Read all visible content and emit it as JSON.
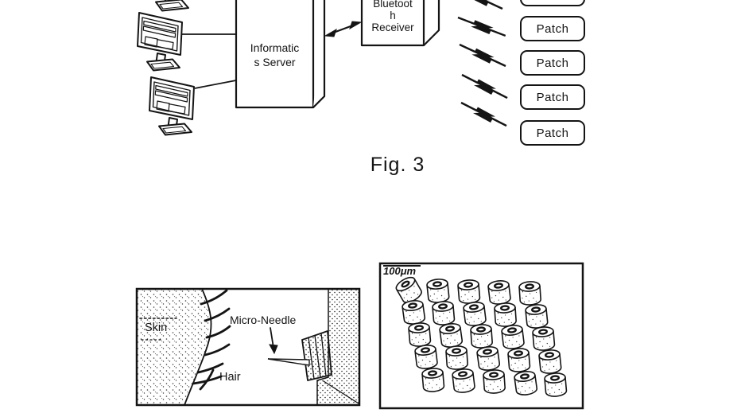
{
  "colors": {
    "ink": "#141414",
    "paper": "#ffffff"
  },
  "system_diagram": {
    "caption": "Fig. 3",
    "server_label": "Informatic\ns Server",
    "receiver_label": "Bluetoot\nh\nReceiver",
    "patch_labels": [
      "Patch",
      "Patch",
      "Patch",
      "Patch"
    ]
  },
  "skin_figure": {
    "skin_label": "Skin",
    "needle_label": "Micro-Needle",
    "hair_label": "Hair"
  },
  "array_figure": {
    "scale_label": "100μm"
  },
  "icons": {
    "workstation": "computer-monitor-icon",
    "wireless": "lightning-bolt-icon",
    "link_arrow": "double-arrow-icon"
  }
}
